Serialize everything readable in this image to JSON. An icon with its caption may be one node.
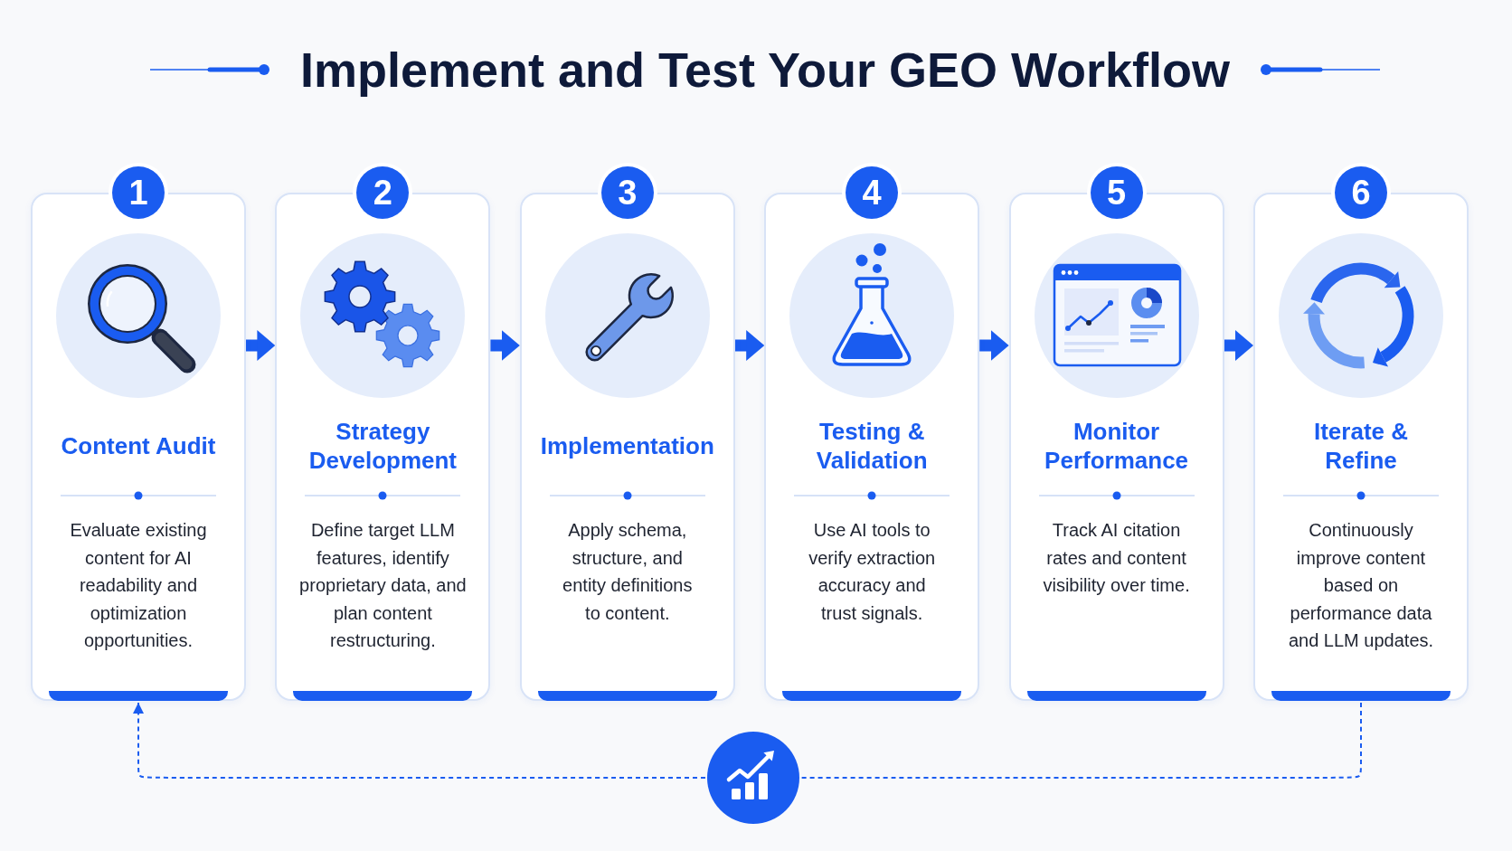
{
  "diagram": {
    "title": "Implement and Test Your GEO Workflow",
    "nodes": [
      {
        "text": [
          "1"
        ]
      },
      {
        "text": [
          "Content Audit",
          "Evaluate existing content for AI readability and optimization opportunities."
        ]
      },
      {
        "text": [
          "2"
        ]
      },
      {
        "text": [
          "Strategy Development",
          "Define target LLM features, identify proprietary data, and plan content restructuring."
        ]
      },
      {
        "text": [
          "3"
        ]
      },
      {
        "text": [
          "Implementation",
          "Apply schema, structure, and entity definitions to content."
        ]
      },
      {
        "text": [
          "4"
        ]
      },
      {
        "text": [
          "Testing & Validation",
          "Use AI tools to verify extraction accuracy and trust signals."
        ]
      },
      {
        "text": [
          "5"
        ]
      },
      {
        "text": [
          "Monitor Performance",
          "Track AI citation rates and content visibility over time."
        ]
      },
      {
        "text": [
          "6"
        ]
      },
      {
        "text": [
          "Iterate & Refine",
          "Continuously improve content based on performance data and LLM updates."
        ]
      },
      {
        "text": [],
        "shape": "circle"
      }
    ],
    "edges": [
      {
        "from": 1,
        "to": 3,
        "arrow": "to"
      },
      {
        "from": 3,
        "to": 5,
        "arrow": "to"
      },
      {
        "from": 5,
        "to": 7,
        "arrow": "to"
      },
      {
        "from": 7,
        "to": 9,
        "arrow": "to"
      },
      {
        "from": 9,
        "to": 11,
        "arrow": "to"
      },
      {
        "from": 11,
        "to": 12,
        "arrow": "none",
        "style": "dashed"
      },
      {
        "from": 12,
        "to": 1,
        "arrow": "to",
        "style": "dashed"
      }
    ]
  }
}
